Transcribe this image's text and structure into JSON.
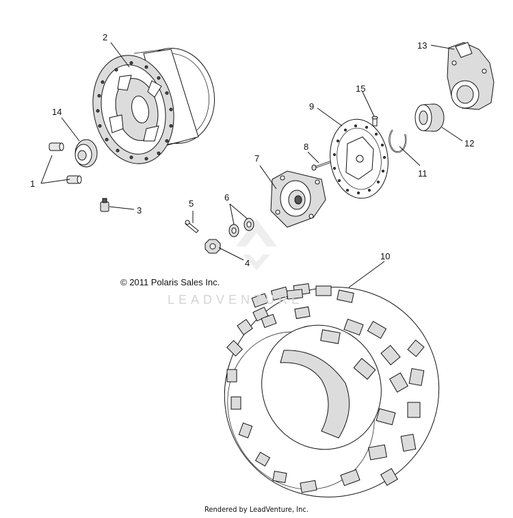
{
  "callouts": {
    "c1": "1",
    "c2": "2",
    "c3": "3",
    "c4": "4",
    "c5": "5",
    "c6": "6",
    "c7": "7",
    "c8": "8",
    "c9": "9",
    "c10": "10",
    "c11": "11",
    "c12": "12",
    "c13": "13",
    "c14": "14",
    "c15": "15"
  },
  "copyright": "© 2011 Polaris Sales Inc.",
  "watermark": "LEADVENTURE",
  "footer": "Rendered by LeadVenture, Inc."
}
